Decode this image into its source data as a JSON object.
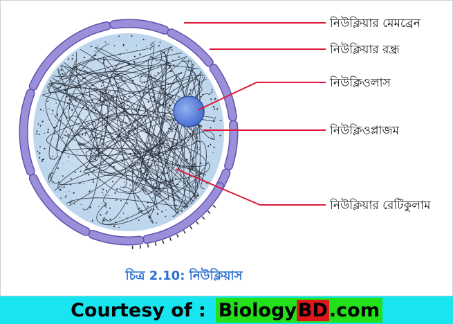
{
  "labels": {
    "membrane": "নিউক্লিয়ার মেমব্রেন",
    "pore": "নিউক্লিয়ার রন্ধ্র",
    "nucleolus": "নিউক্লিওলাস",
    "nucleoplasm": "নিউক্লিওপ্লাজম",
    "reticulum": "নিউক্লিয়ার রেটিকুলাম"
  },
  "caption": "চিত্র 2.10: নিউক্লিয়াস",
  "footer": {
    "prefix": "Courtesy of :",
    "site_part1": "Biology",
    "site_part2": "BD",
    "site_part3": ".com"
  },
  "colors": {
    "membrane": "#9b8fd9",
    "membrane_stroke": "#5f52b0",
    "nucleoplasm": "#c9dff0",
    "nucleolus": "#6a8fe0",
    "pointer": "#e0163a",
    "caption": "#2b6fd1",
    "footer_bg": "#18e5f0",
    "footer_site_bg": "#22e01a",
    "footer_bd_bg": "#e0161d"
  }
}
